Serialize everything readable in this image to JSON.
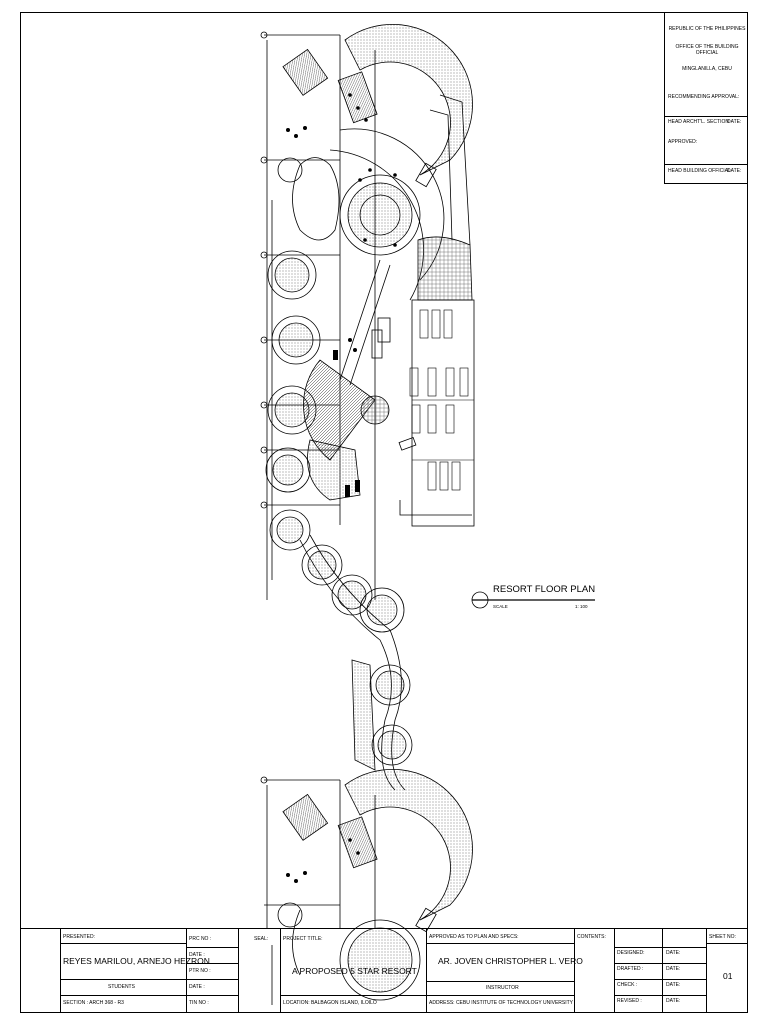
{
  "approval_box": {
    "line1": "REPUBLIC OF THE PHILIPPINES",
    "line2": "OFFICE OF THE BUILDING OFFICIAL",
    "line3": "MINGLANILLA, CEBU",
    "recommending": "RECOMMENDING APPROVAL:",
    "head_archt": "HEAD ARCHT'L. SECTION",
    "date1": "DATE:",
    "approved": "APPROVED:",
    "head_building": "HEAD BUILDING OFFICIAL",
    "date2": "DATE:"
  },
  "plan_label": {
    "title": "RESORT FLOOR PLAN",
    "scale_label": "SCALE",
    "scale_value": "1: 100"
  },
  "title_block": {
    "presented_label": "PRESENTED:",
    "presenters": "REYES MARILOU, ARNEJO HEZRON",
    "students": "STUDENTS",
    "section": "SECTION : ARCH 368 - R3",
    "prc_no": "PRC NO :",
    "date_a": "DATE :",
    "ptr_no": "PTR NO :",
    "date_b": "DATE :",
    "tin_no": "TIN NO :",
    "seal": "SEAL:",
    "project_title_label": "PROJECT TITLE:",
    "project_title": "A PROPOSED 5 STAR RESORT",
    "location": "LOCATION: BALBAGON ISLAND, ILOILO",
    "approved_label": "APPROVED AS TO PLAN AND SPECS:",
    "instructor_name": "AR. JOVEN CHRISTOPHER L. VERO",
    "instructor": "INSTRUCTOR",
    "address": "ADDRESS: CEBU INSTITUTE OF TECHNOLOGY UNIVERSITY",
    "contents_label": "CONTENTS:",
    "designed": "DESIGNED:",
    "drafted": "DRAFTED :",
    "check": "CHECK     :",
    "revised": "REVISED   :",
    "date_label": "DATE:",
    "sheet_no_label": "SHEET NO:",
    "sheet_no": "01"
  }
}
